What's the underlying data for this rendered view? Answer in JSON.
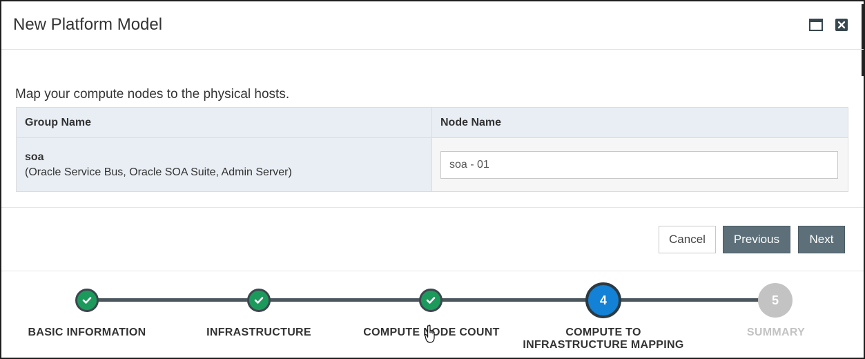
{
  "dialog": {
    "title": "New Platform Model"
  },
  "intro_text": "Map your compute nodes to the physical hosts.",
  "table": {
    "headers": [
      "Group Name",
      "Node Name"
    ],
    "rows": [
      {
        "group_name": "soa",
        "group_components": "(Oracle Service Bus, Oracle SOA Suite, Admin Server)",
        "node_name_value": "soa - 01"
      }
    ]
  },
  "buttons": {
    "cancel": "Cancel",
    "previous": "Previous",
    "next": "Next"
  },
  "stepper": {
    "steps": [
      {
        "label": "BASIC INFORMATION",
        "status": "done",
        "marker": ""
      },
      {
        "label": "INFRASTRUCTURE",
        "status": "done",
        "marker": ""
      },
      {
        "label": "COMPUTE NODE COUNT",
        "status": "done",
        "marker": ""
      },
      {
        "label": "COMPUTE TO INFRASTRUCTURE MAPPING",
        "status": "active",
        "marker": "4"
      },
      {
        "label": "SUMMARY",
        "status": "future",
        "marker": "5"
      }
    ]
  },
  "colors": {
    "done": "#1c9a5c",
    "active": "#1281d6",
    "future": "#c3c3c3",
    "button_primary": "#5d7079",
    "table_header": "#e8eef4"
  },
  "icons": {
    "maximize": "window-maximize-icon",
    "close": "close-icon",
    "done_step": "check-icon"
  }
}
